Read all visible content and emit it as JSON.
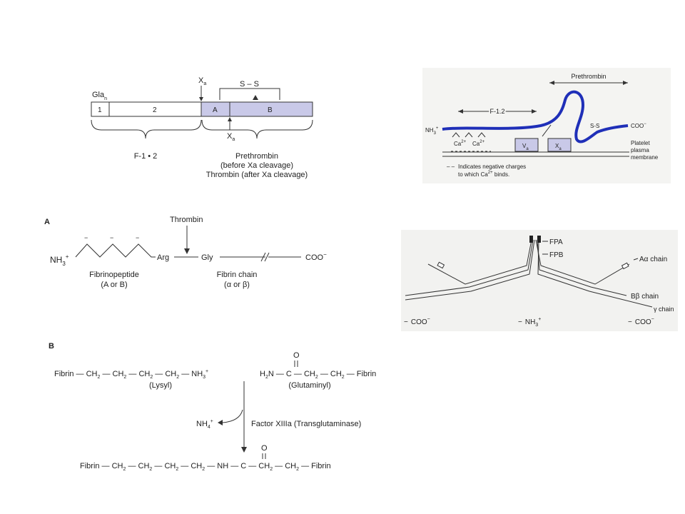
{
  "prothrombin": {
    "gla": "Gla",
    "gla_sub": "n",
    "domain1": "1",
    "domain2": "2",
    "domainA": "A",
    "domainB": "B",
    "xa": "X",
    "xa_sub": "a",
    "disulfide": "S – S",
    "f12": "F-1 • 2",
    "prethrombin": "Prethrombin",
    "before": "(before Xa cleavage)",
    "thrombin_after": "Thrombin (after Xa cleavage)",
    "colors": {
      "domain": "#c9c9e8",
      "line": "#333333"
    }
  },
  "membrane": {
    "prethrombin": "Prethrombin",
    "f12": "F-1.2",
    "nh3": "NH",
    "nh3_sub": "3",
    "nh3_sup": "+",
    "ca1": "Ca",
    "ca2": "Ca",
    "ca_sup": "2+",
    "va": "V",
    "va_sub": "a",
    "xa": "X",
    "xa_sub": "a",
    "ss": "S-S",
    "coo": "COO",
    "coo_sup": "−",
    "platelet": "Platelet",
    "plasma": "plasma",
    "membrane_label": "membrane",
    "legend_dash": "– –",
    "legend_line1": "Indicates negative charges",
    "legend_line2": "to which Ca",
    "legend_sup": "2+",
    "legend_line2_end": " binds.",
    "colors": {
      "chain": "#1f2fb8",
      "box": "#c9c9e8"
    }
  },
  "cleavage": {
    "label_a": "A",
    "thrombin": "Thrombin",
    "nh3": "NH",
    "nh3_sub": "3",
    "nh3_sup": "+",
    "arg": "Arg",
    "gly": "Gly",
    "coo": "COO",
    "coo_sup": "−",
    "fibrinopeptide": "Fibrinopeptide",
    "a_or_b": "(A or B)",
    "fibrin_chain": "Fibrin chain",
    "alpha_beta": "(α or β)"
  },
  "structure": {
    "fpa": "FPA",
    "fpb": "FPB",
    "aalpha": "Aα chain",
    "bbeta": "Bβ chain",
    "gamma": "γ chain",
    "coo_left": "COO",
    "nh3_center": "NH",
    "coo_right": "COO",
    "sub3": "3",
    "plus": "+",
    "minus": "−"
  },
  "crosslink": {
    "label_b": "B",
    "row1_left": "Fibrin — CH",
    "row1_left_b": " — CH",
    "row1_left_c": " — CH",
    "row1_left_d": " — CH",
    "row1_left_e": " — NH",
    "sub2": "2",
    "sub3": "3",
    "plus": "+",
    "lysyl": "(Lysyl)",
    "o": "O",
    "h2n": "H",
    "h2n_b": "N — C — CH",
    "h2n_c": " — CH",
    "h2n_d": " — Fibrin",
    "glutaminyl": "(Glutaminyl)",
    "nh4": "NH",
    "nh4_sub": "4",
    "factor": "Factor XIIIa (Transglutaminase)",
    "product_a": "Fibrin — CH",
    "product_b": " — CH",
    "product_c": " — CH",
    "product_d": " — CH",
    "product_e": " — NH — C — CH",
    "product_f": " — CH",
    "product_g": " — Fibrin"
  }
}
